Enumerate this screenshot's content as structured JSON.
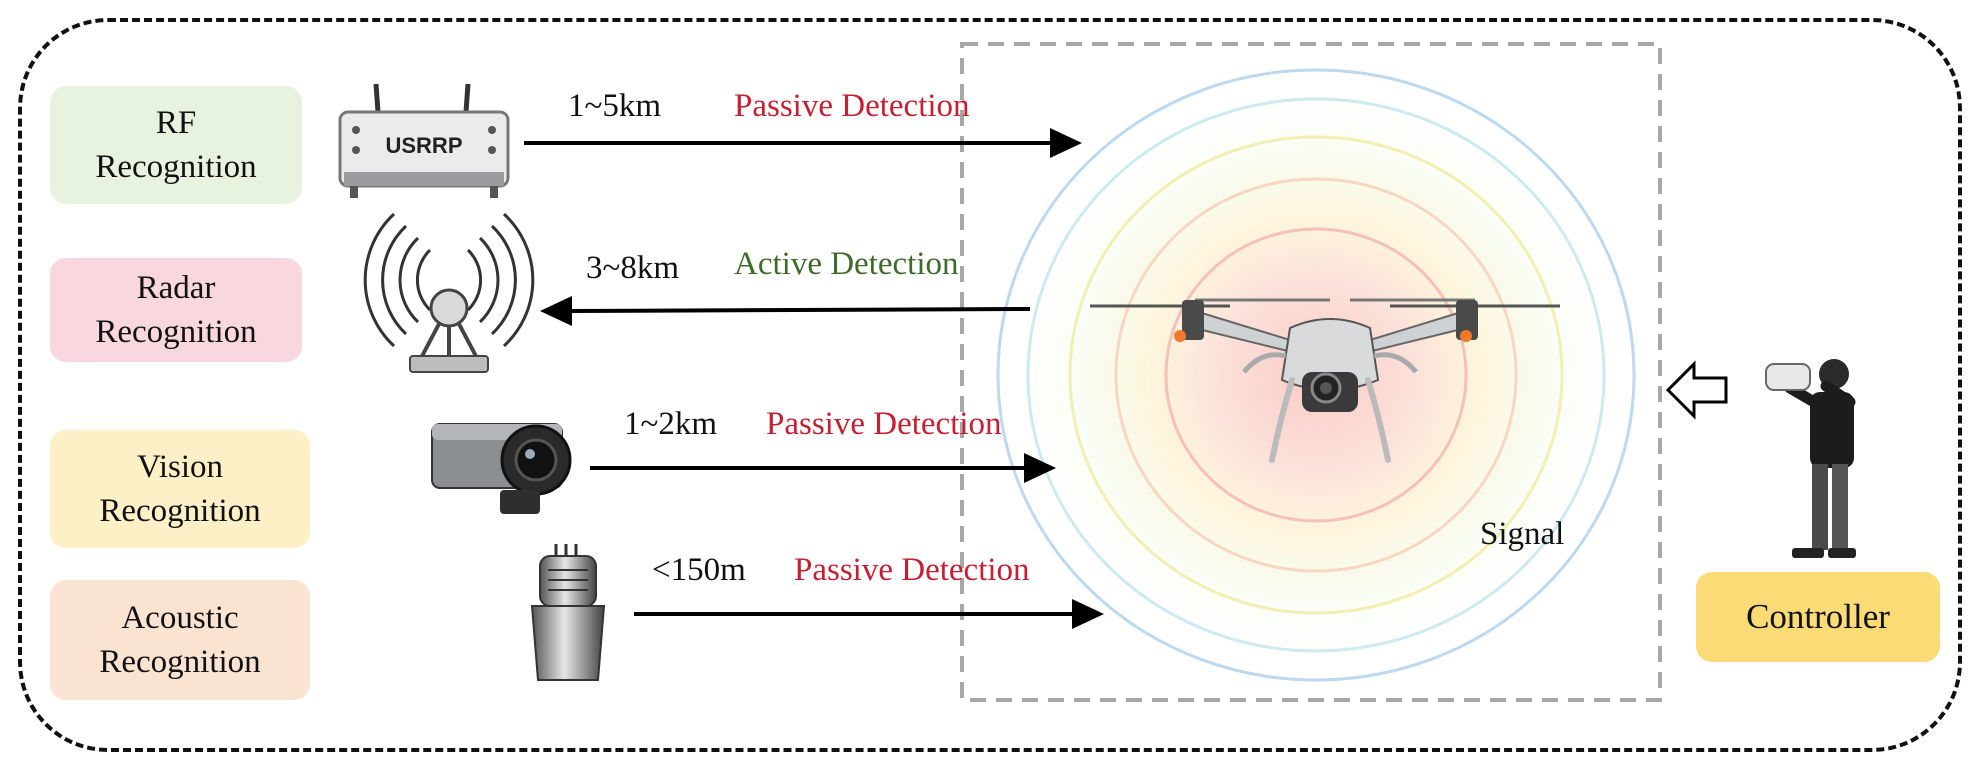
{
  "methods": {
    "rf": {
      "line1": "RF",
      "line2": "Recognition"
    },
    "radar": {
      "line1": "Radar",
      "line2": "Recognition"
    },
    "vision": {
      "line1": "Vision",
      "line2": "Recognition"
    },
    "acoustic": {
      "line1": "Acoustic",
      "line2": "Recognition"
    }
  },
  "links": {
    "rf": {
      "range": "1~5km",
      "type": "Passive Detection"
    },
    "radar": {
      "range": "3~8km",
      "type": "Active Detection"
    },
    "vision": {
      "range": "1~2km",
      "type": "Passive Detection"
    },
    "acoustic": {
      "range": "<150m",
      "type": "Passive Detection"
    }
  },
  "device_text": {
    "usrp_label": "USRRP"
  },
  "signal_label": "Signal",
  "controller_label": "Controller",
  "colors": {
    "passive": "#c81e32",
    "active": "#3f6b2a",
    "rf_box": "#e8f3df",
    "radar_box": "#f8d7de",
    "vision_box": "#fdf0c6",
    "acoustic_box": "#fbe3d1",
    "controller_box": "#fbdb76"
  }
}
